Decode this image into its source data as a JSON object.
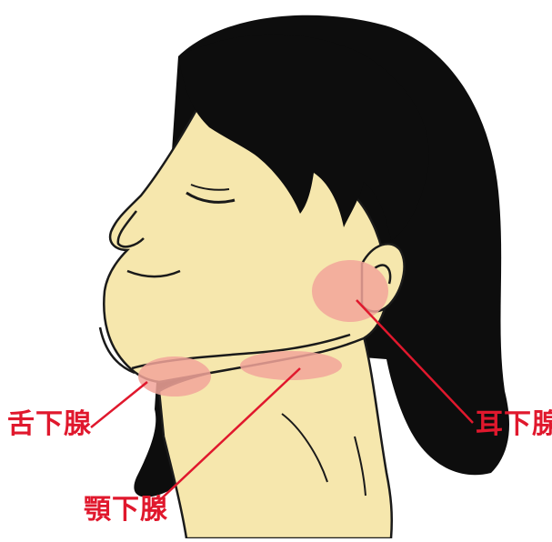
{
  "colors": {
    "background": "#ffffff",
    "skin": "#f6e7ad",
    "hair": "#0d0d0d",
    "outline": "#1a1a1a",
    "gland": "#f2a59a",
    "leader_line": "#e0182d",
    "label_text": "#e0182d"
  },
  "labels": {
    "parotid": "耳下腺",
    "sublingual": "舌下腺",
    "submandibular": "顎下腺"
  }
}
